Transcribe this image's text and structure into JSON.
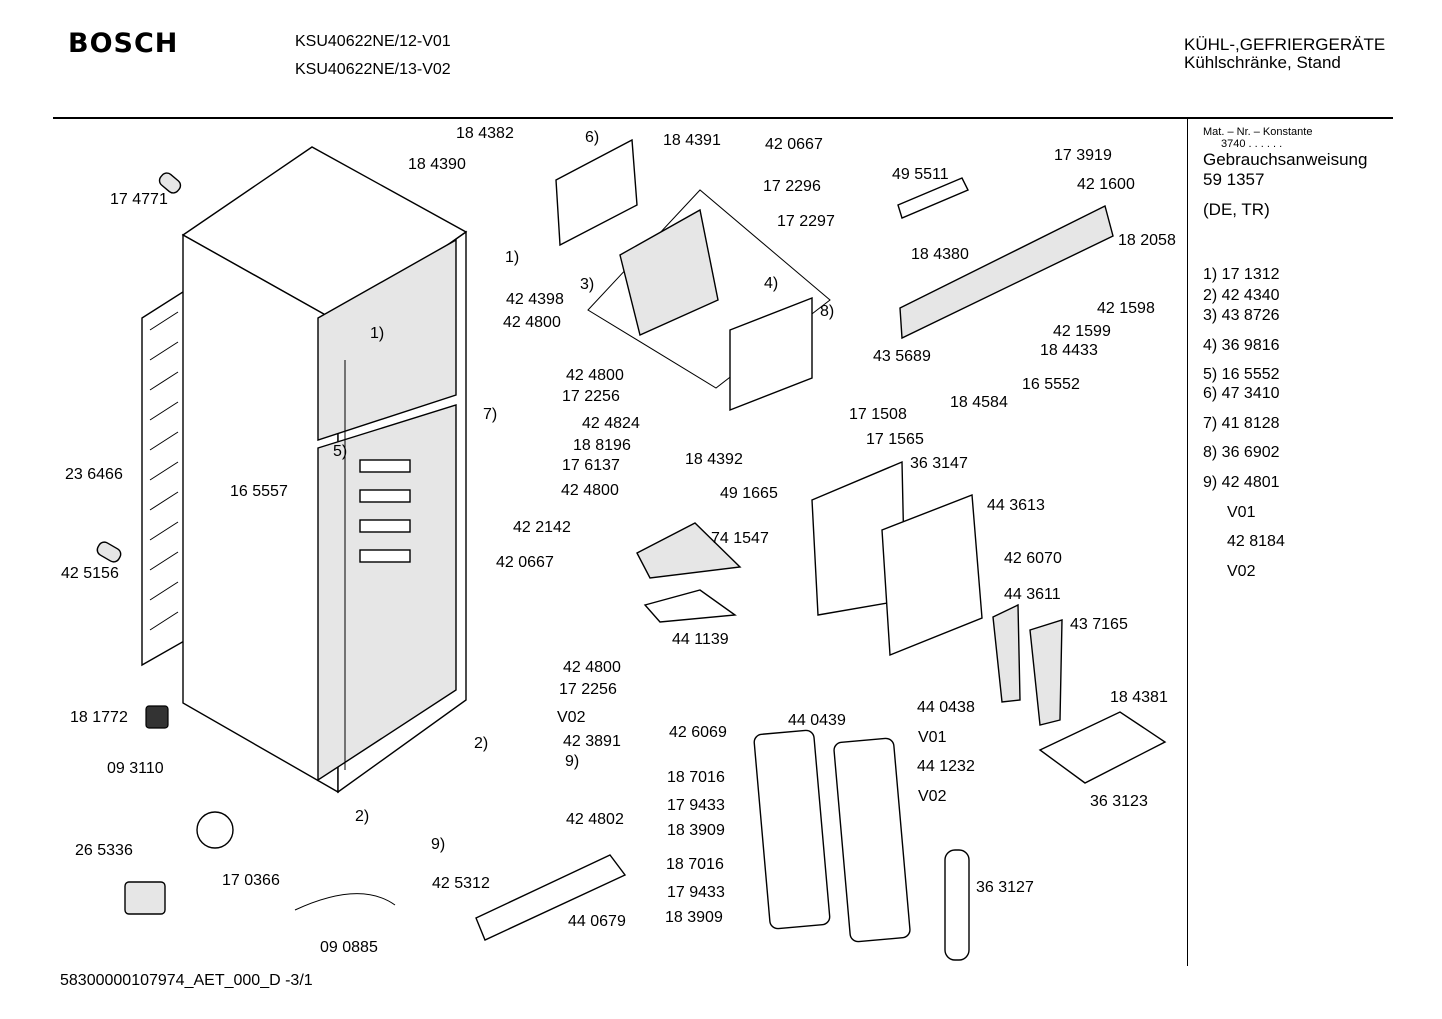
{
  "header": {
    "brand": "BOSCH",
    "model_1": "KSU40622NE/12-V01",
    "model_2": "KSU40622NE/13-V02",
    "category_1": "KÜHL-,GEFRIERGERÄTE",
    "category_2": "Kühlschränke, Stand"
  },
  "sidebar": {
    "konstante_label": "Mat. – Nr. – Konstante",
    "konstante_value": "3740 . . . . . .",
    "manual_label": "Gebrauchsanweisung",
    "manual_number": "59 1357",
    "languages": "(DE, TR)",
    "items": [
      "1)  17 1312",
      "2)  42 4340",
      "3)  43 8726",
      "4)  36 9816",
      "5)  16 5552",
      "6)  47 3410",
      "7)  41 8128",
      "8)  36 6902",
      "9)  42 4801",
      "V01",
      "42 8184",
      "V02"
    ]
  },
  "part_labels": [
    "17 4771",
    "18 4382",
    "6)",
    "18 4390",
    "18 4391",
    "42 0667",
    "17 2296",
    "17 2297",
    "49 5511",
    "17 3919",
    "42 1600",
    "18 4380",
    "18 2058",
    "1)",
    "42 4398",
    "42 4800",
    "3)",
    "4)",
    "8)",
    "42 1598",
    "42 1599",
    "18 4433",
    "43 5689",
    "16 5552",
    "18 4584",
    "1)",
    "42 4800",
    "17 2256",
    "42 4824",
    "7)",
    "18 8196",
    "17 6137",
    "42 4800",
    "18 4392",
    "17 1508",
    "17 1565",
    "36 3147",
    "49 1665",
    "23 6466",
    "5)",
    "16 5557",
    "42 2142",
    "74 1547",
    "44 3613",
    "42 0667",
    "42 6070",
    "42 5156",
    "44 3611",
    "43 7165",
    "44 1139",
    "42 4800",
    "17 2256",
    "18 4381",
    "V02",
    "42 3891",
    "18 1772",
    "2)",
    "9)",
    "42 6069",
    "44 0439",
    "44 0438",
    "V01",
    "09 3110",
    "18 7016",
    "44 1232",
    "17 9433",
    "V02",
    "36 3123",
    "18 3909",
    "42 4802",
    "2)",
    "26 5336",
    "9)",
    "18 7016",
    "17 0366",
    "36 3127",
    "17 9433",
    "42 5312",
    "18 3909",
    "44 0679",
    "09 0885"
  ],
  "footer": "58300000107974_AET_000_D -3/1"
}
